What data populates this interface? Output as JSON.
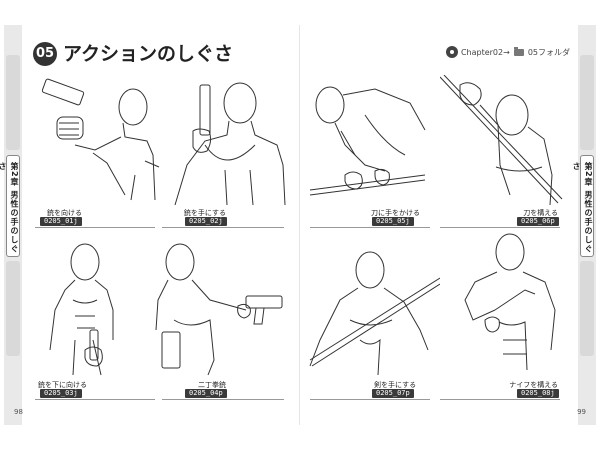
{
  "header": {
    "chapter_number": "05",
    "chapter_title": "アクションのしぐさ",
    "breadcrumb_chapter": "Chapter02→",
    "breadcrumb_folder": "05フォルダ"
  },
  "side_tab": {
    "active_label_left": "第2章 男性の手のしぐさ",
    "active_label_right": "第2章 男性の手のしぐさ"
  },
  "figures": [
    {
      "caption": "銃を向ける",
      "code": "0205_01j"
    },
    {
      "caption": "銃を手にする",
      "code": "0205_02j"
    },
    {
      "caption": "刀に手をかける",
      "code": "0205_05j"
    },
    {
      "caption": "刀を構える",
      "code": "0205_06p"
    },
    {
      "caption": "銃を下に向ける",
      "code": "0205_03j"
    },
    {
      "caption": "二丁拳銃",
      "code": "0205_04p"
    },
    {
      "caption": "剣を手にする",
      "code": "0205_07p"
    },
    {
      "caption": "ナイフを構える",
      "code": "0205_08j"
    }
  ],
  "page_numbers": {
    "left": "98",
    "right": "99"
  }
}
